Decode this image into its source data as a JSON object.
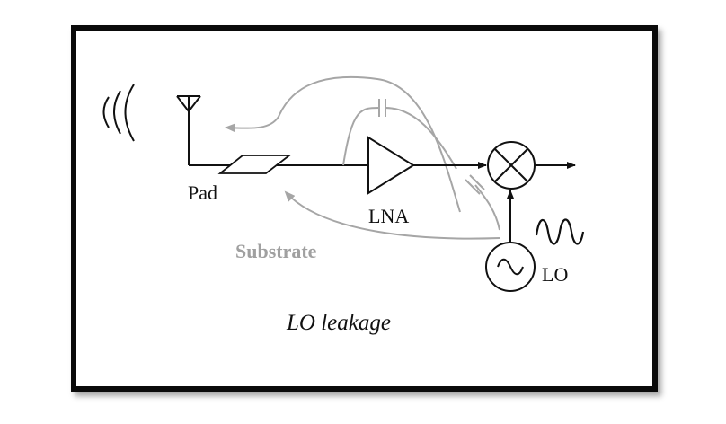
{
  "labels": {
    "pad": "Pad",
    "lna": "LNA",
    "substrate": "Substrate",
    "lo": "LO",
    "caption": "LO leakage"
  },
  "colors": {
    "frame": "#0a0a0a",
    "signal_path": "#111111",
    "leakage_path": "#a6a6a6",
    "substrate_text": "#a0a0a0"
  },
  "icons": [
    "antenna-icon",
    "radiation-waves-icon",
    "mixer-icon",
    "oscillator-icon",
    "sine-wave-icon",
    "amplifier-icon"
  ]
}
